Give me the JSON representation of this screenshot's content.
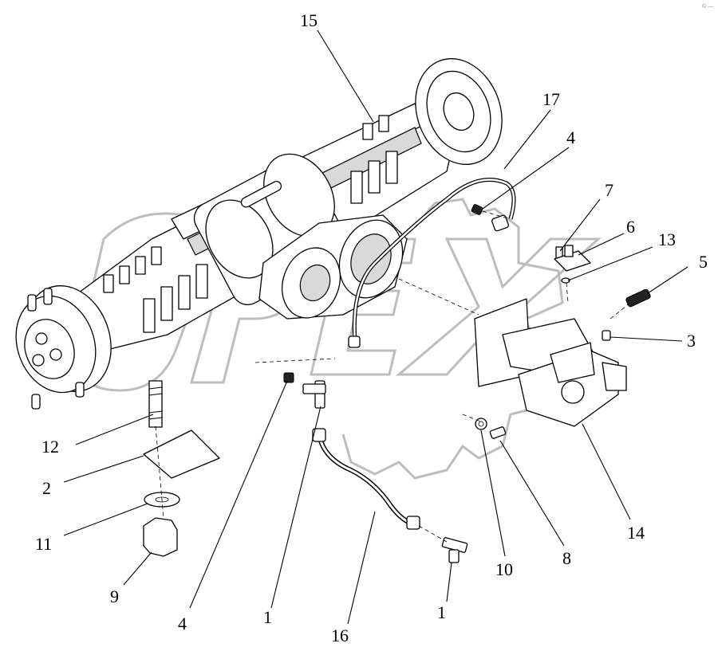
{
  "watermark": {
    "text": "OPEX"
  },
  "corner_mark": "© —",
  "callouts": {
    "c15": "15",
    "c17": "17",
    "c4a": "4",
    "c7": "7",
    "c6": "6",
    "c13": "13",
    "c5": "5",
    "c3": "3",
    "c12": "12",
    "c2": "2",
    "c11": "11",
    "c9": "9",
    "c4b": "4",
    "c1a": "1",
    "c16": "16",
    "c1b": "1",
    "c10": "10",
    "c8": "8",
    "c14": "14"
  }
}
